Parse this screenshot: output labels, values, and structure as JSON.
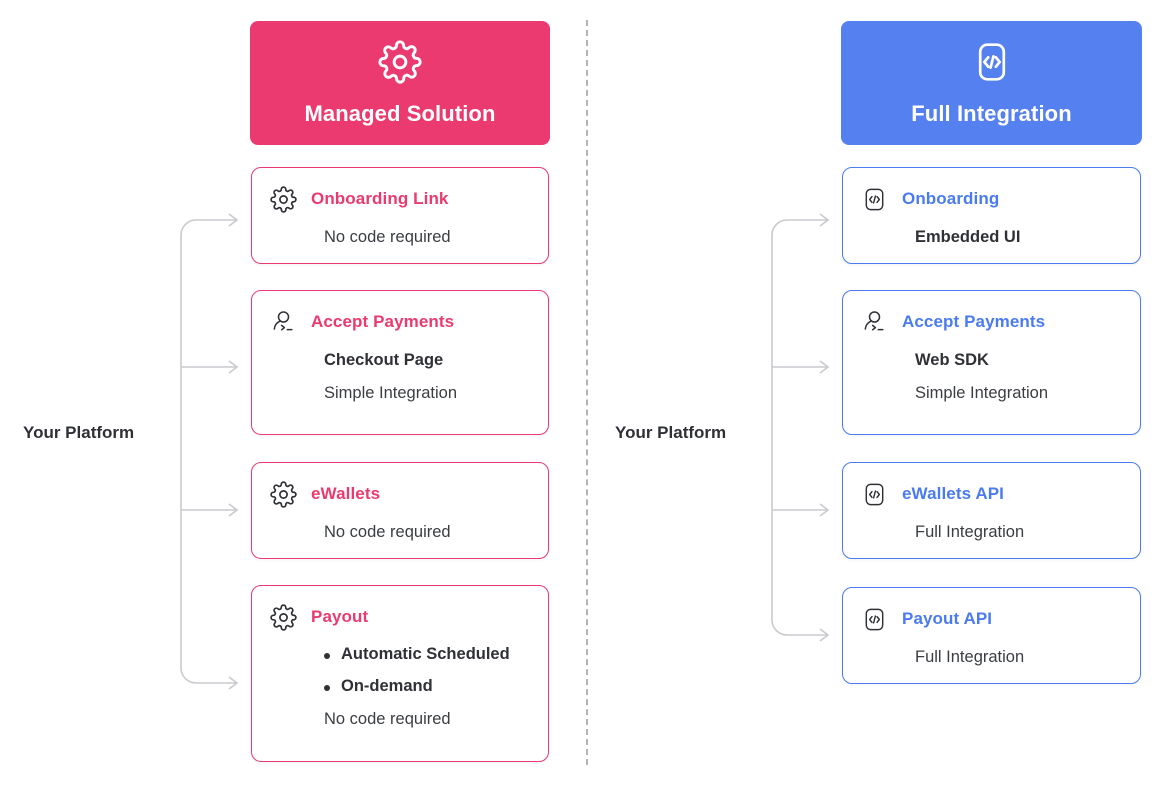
{
  "columns": [
    {
      "id": "managed",
      "header": {
        "title": "Managed Solution",
        "icon": "gear-icon",
        "color": "#eb3a6f"
      },
      "platform_label": "Your Platform",
      "cards": [
        {
          "icon": "gear-icon",
          "title": "Onboarding Link",
          "lines": [
            {
              "text": "No code required",
              "style": "normal"
            }
          ]
        },
        {
          "icon": "user-terminal-icon",
          "title": "Accept Payments",
          "lines": [
            {
              "text": "Checkout Page",
              "style": "strong"
            },
            {
              "text": "Simple Integration",
              "style": "normal"
            }
          ]
        },
        {
          "icon": "gear-icon",
          "title": "eWallets",
          "lines": [
            {
              "text": "No code required",
              "style": "normal"
            }
          ]
        },
        {
          "icon": "gear-icon",
          "title": "Payout",
          "bullets": [
            "Automatic Scheduled",
            "On-demand"
          ],
          "lines": [
            {
              "text": "No code required",
              "style": "normal"
            }
          ]
        }
      ]
    },
    {
      "id": "full",
      "header": {
        "title": "Full Integration",
        "icon": "code-icon",
        "color": "#5580ef"
      },
      "platform_label": "Your Platform",
      "cards": [
        {
          "icon": "code-icon",
          "title": "Onboarding",
          "lines": [
            {
              "text": "Embedded UI",
              "style": "strong"
            }
          ]
        },
        {
          "icon": "user-terminal-icon",
          "title": "Accept Payments",
          "lines": [
            {
              "text": "Web SDK",
              "style": "strong"
            },
            {
              "text": "Simple Integration",
              "style": "normal"
            }
          ]
        },
        {
          "icon": "code-icon",
          "title": "eWallets API",
          "lines": [
            {
              "text": "Full Integration",
              "style": "normal"
            }
          ]
        },
        {
          "icon": "code-icon",
          "title": "Payout API",
          "lines": [
            {
              "text": "Full Integration",
              "style": "normal"
            }
          ]
        }
      ]
    }
  ],
  "colors": {
    "managed_accent": "#eb3a6f",
    "full_accent": "#4a7bf0",
    "full_header": "#5580ef",
    "text_dark": "#2f3136",
    "text_body": "#3a3d42",
    "connector": "#c9cacd",
    "divider": "#b4b4b8"
  }
}
